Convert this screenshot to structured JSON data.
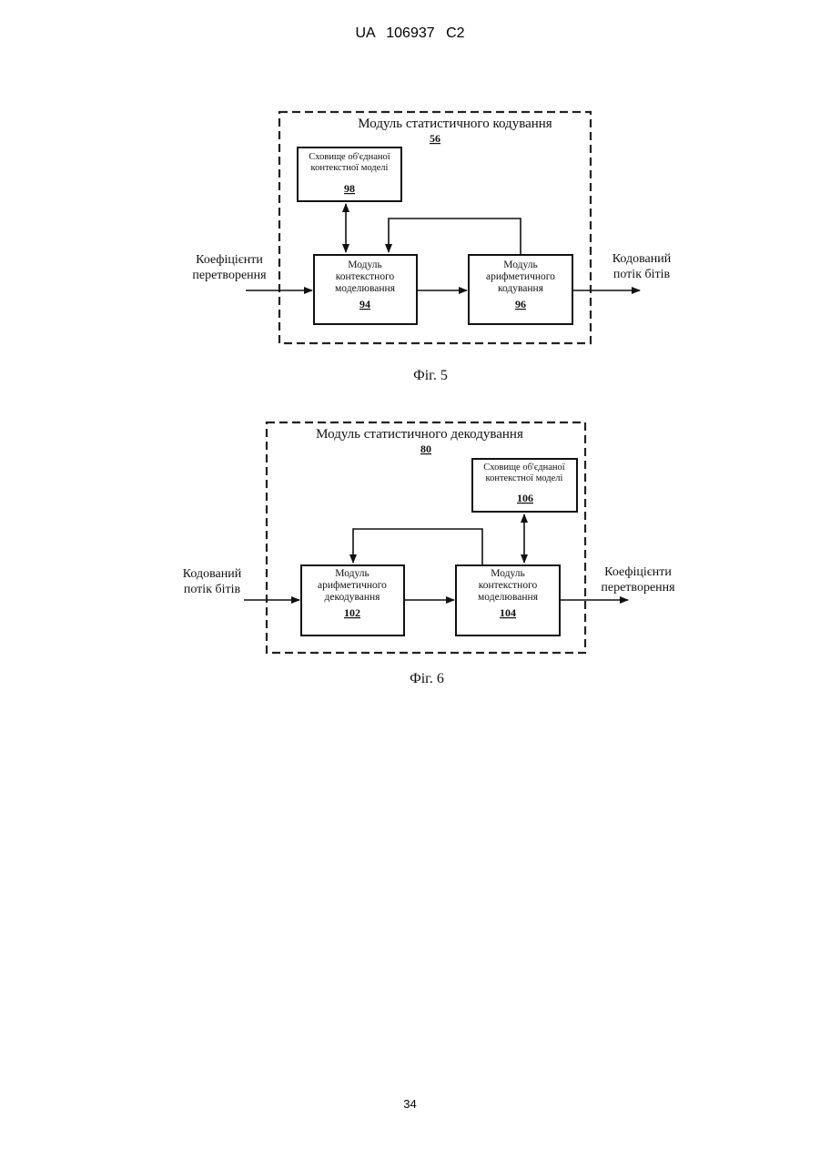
{
  "header": "UA   106937   C2",
  "page_number": "34",
  "fig5": {
    "module_title": "Модуль статистичного кодування",
    "module_num": "56",
    "storage": {
      "line1": "Сховище об'єднаної",
      "line2": "контекстної моделі",
      "num": "98"
    },
    "context": {
      "line1": "Модуль",
      "line2": "контекстного",
      "line3": "моделювання",
      "num": "94"
    },
    "arith": {
      "line1": "Модуль",
      "line2": "арифметичного",
      "line3": "кодування",
      "num": "96"
    },
    "input": {
      "line1": "Коефіцієнти",
      "line2": "перетворення"
    },
    "output": {
      "line1": "Кодований",
      "line2": "потік бітів"
    },
    "caption": "Фіг. 5"
  },
  "fig6": {
    "module_title": "Модуль статистичного декодування",
    "module_num": "80",
    "storage": {
      "line1": "Сховище об'єднаної",
      "line2": "контекстної моделі",
      "num": "106"
    },
    "arith": {
      "line1": "Модуль",
      "line2": "арифметичного",
      "line3": "декодування",
      "num": "102"
    },
    "context": {
      "line1": "Модуль",
      "line2": "контекстного",
      "line3": "моделювання",
      "num": "104"
    },
    "input": {
      "line1": "Кодований",
      "line2": "потік бітів"
    },
    "output": {
      "line1": "Коефіцієнти",
      "line2": "перетворення"
    },
    "caption": "Фіг. 6"
  }
}
